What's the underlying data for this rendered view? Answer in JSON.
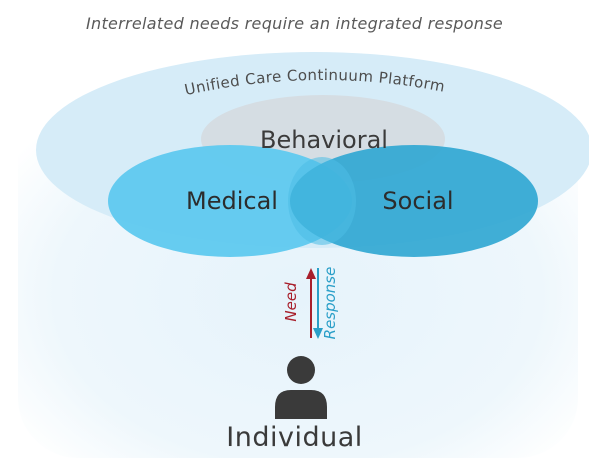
{
  "tagline": "Interrelated needs require an integrated response",
  "platform": {
    "label": "Unified Care Continuum Platform"
  },
  "domains": {
    "behavioral": "Behavioral",
    "medical": "Medical",
    "social": "Social"
  },
  "flow": {
    "need": "Need",
    "response": "Response"
  },
  "individual": {
    "label": "Individual",
    "icon": "person-icon"
  },
  "colors": {
    "platform": "#d4eaf7",
    "behavioral": "#d6dde2",
    "medical": "#5cc8ee",
    "social": "#34a9d4",
    "need": "#a8202c",
    "response": "#2a9fc8",
    "person": "#3a3a3a"
  }
}
